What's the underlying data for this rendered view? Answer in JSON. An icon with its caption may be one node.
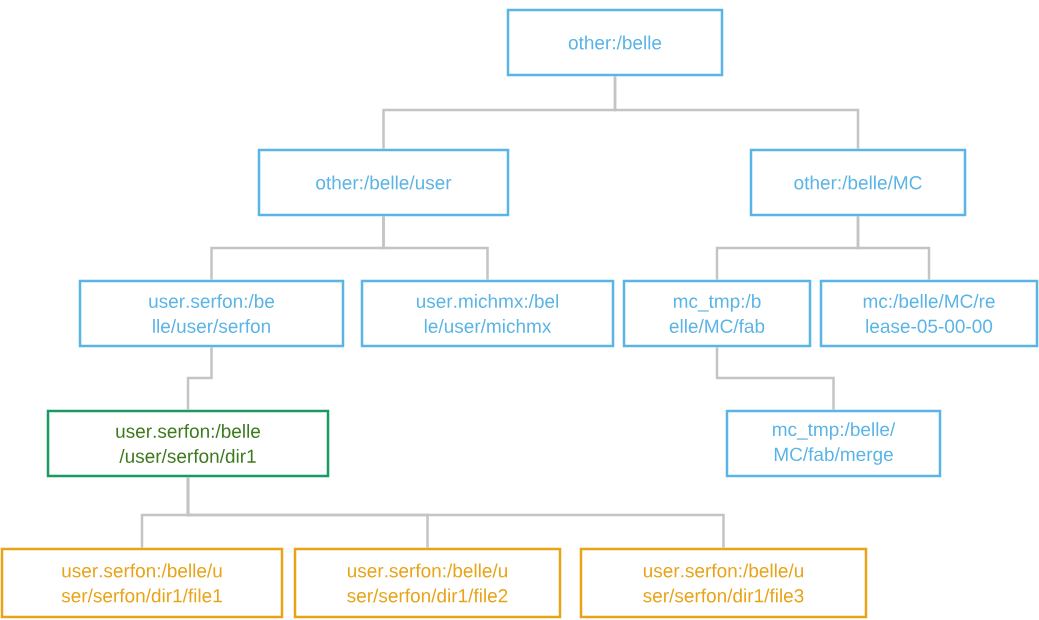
{
  "diagram": {
    "nodes": [
      {
        "text": [
          "other:/belle"
        ]
      },
      {
        "text": [
          "other:/belle/user"
        ]
      },
      {
        "text": [
          "other:/belle/MC"
        ]
      },
      {
        "text": [
          "user.serfon:/belle/user/serfon"
        ]
      },
      {
        "text": [
          "user.michmx:/belle/user/michmx"
        ]
      },
      {
        "text": [
          "mc_tmp:/belle/MC/fab"
        ]
      },
      {
        "text": [
          "mc:/belle/MC/release-05-00-00"
        ]
      },
      {
        "text": [
          "mc_tmp:/belle/MC/fab/merge"
        ]
      },
      {
        "text": [
          "user.serfon:/belle/user/serfon/dir1"
        ]
      },
      {
        "text": [
          "user.serfon:/belle/user/serfon/dir1/file1"
        ]
      },
      {
        "text": [
          "user.serfon:/belle/user/serfon/dir1/file2"
        ]
      },
      {
        "text": [
          "user.serfon:/belle/user/serfon/dir1/file3"
        ]
      }
    ],
    "edges": [
      {
        "from": 0,
        "to": 1,
        "arrow": "none"
      },
      {
        "from": 0,
        "to": 2,
        "arrow": "none"
      },
      {
        "from": 1,
        "to": 3,
        "arrow": "none"
      },
      {
        "from": 1,
        "to": 4,
        "arrow": "none"
      },
      {
        "from": 2,
        "to": 5,
        "arrow": "none"
      },
      {
        "from": 2,
        "to": 6,
        "arrow": "none"
      },
      {
        "from": 5,
        "to": 7,
        "arrow": "none"
      },
      {
        "from": 3,
        "to": 8,
        "arrow": "none"
      },
      {
        "from": 8,
        "to": 9,
        "arrow": "none"
      },
      {
        "from": 8,
        "to": 10,
        "arrow": "none"
      },
      {
        "from": 8,
        "to": 11,
        "arrow": "none"
      }
    ]
  }
}
